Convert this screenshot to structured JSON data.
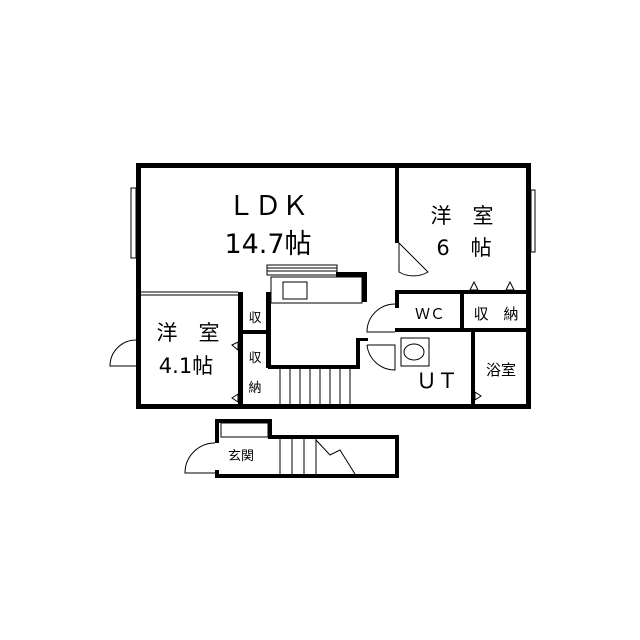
{
  "rooms": {
    "ldk": {
      "name": "ＬＤＫ",
      "size": "14.7帖"
    },
    "western_6": {
      "name": "洋　室",
      "size": "6　帖"
    },
    "western_4": {
      "name": "洋　室",
      "size": "4.1帖"
    },
    "wc": "ＷＣ",
    "storage_right": "収　納",
    "storage_small": "収",
    "storage_left_top": "収",
    "storage_left_bottom": "納",
    "ut": "ＵＴ",
    "bath": "浴室",
    "entrance": "玄関"
  }
}
